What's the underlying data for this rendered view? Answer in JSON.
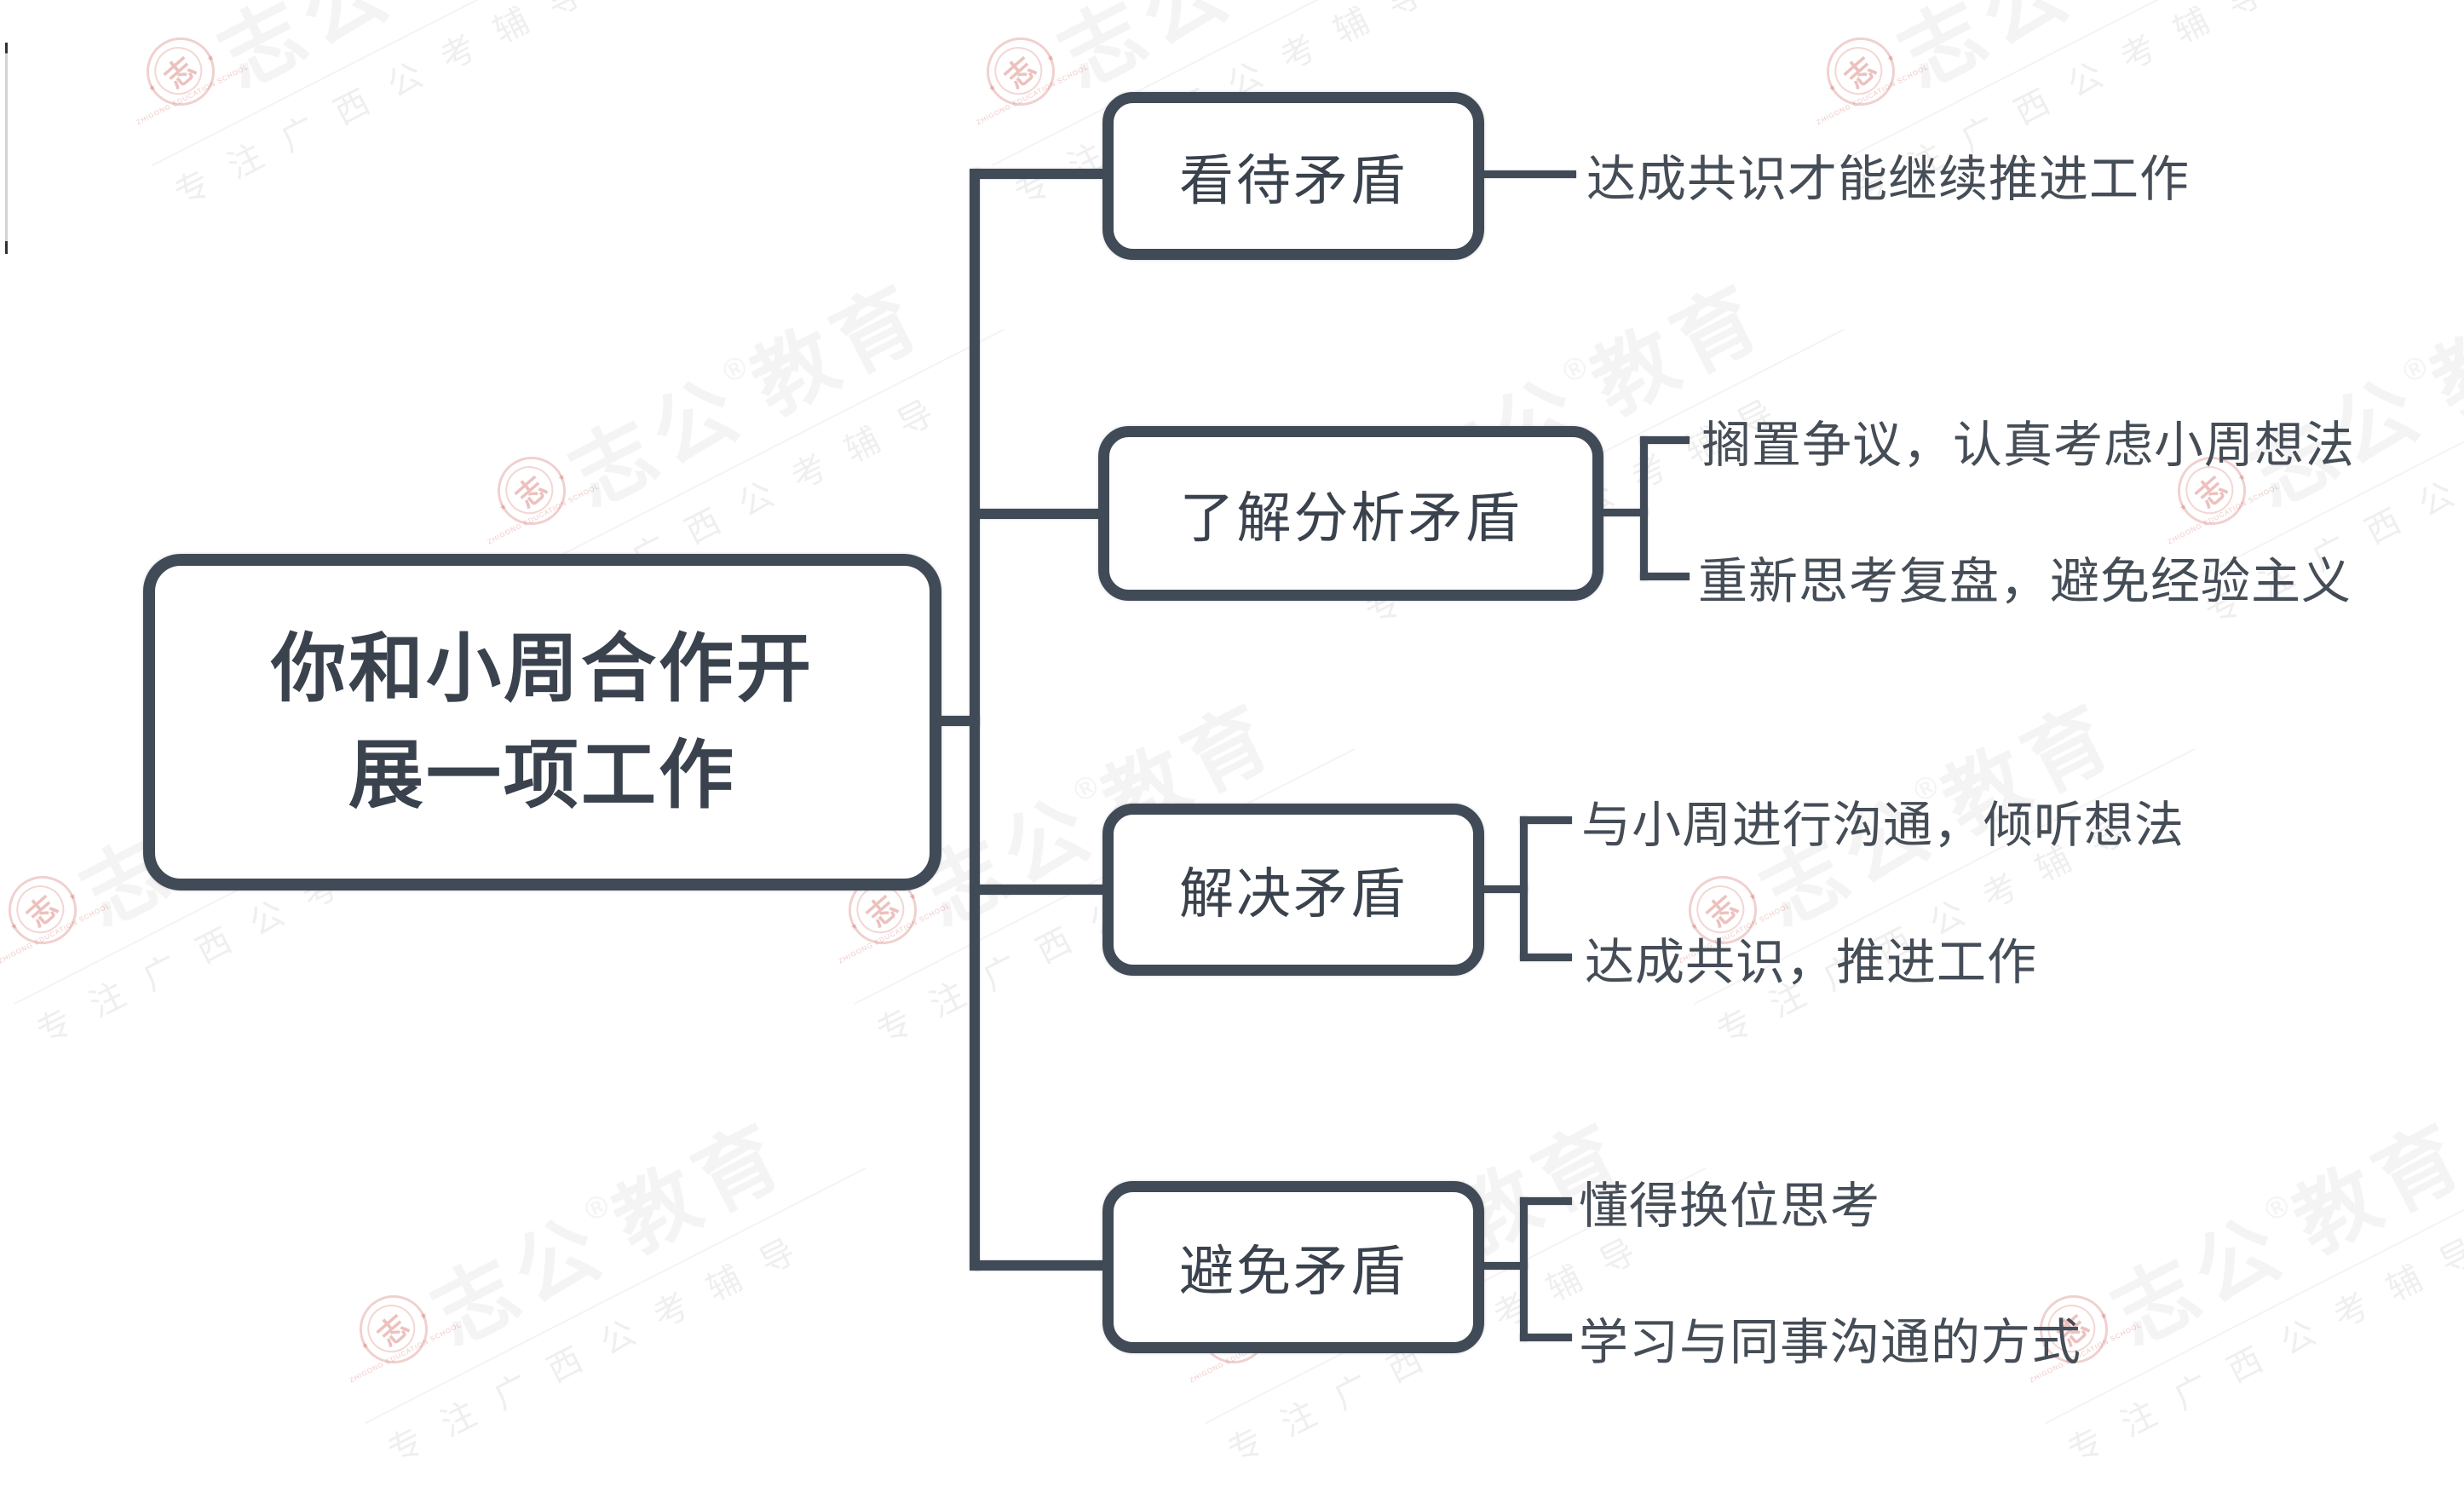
{
  "colors": {
    "background": "#ffffff",
    "line": "#414b57",
    "node_fill": "#ffffff",
    "root_text": "#3d4550",
    "branch_text": "#3a424d",
    "leaf_text": "#454d57",
    "watermark_red": "#c64940",
    "watermark_gray": "#8a807a"
  },
  "root": {
    "label": "你和小周合作开展一项工作"
  },
  "branches": [
    {
      "label": "看待矛盾",
      "children": [
        "达成共识才能继续推进工作"
      ]
    },
    {
      "label": "了解分析矛盾",
      "children": [
        "搁置争议，认真考虑小周想法",
        "重新思考复盘，避免经验主义"
      ]
    },
    {
      "label": "解决矛盾",
      "children": [
        "与小周进行沟通，倾听想法",
        "达成共识，推进工作"
      ]
    },
    {
      "label": "避免矛盾",
      "children": [
        "懂得换位思考",
        "学习与同事沟通的方式"
      ]
    }
  ],
  "watermark": {
    "brand": "志公教育",
    "reg_mark": "®",
    "tagline": "专注广西公考辅导",
    "seal_char": "志",
    "seal_ring_text": "ZHIGONG EDUCATION SCHOOL",
    "seal_star": "★"
  }
}
